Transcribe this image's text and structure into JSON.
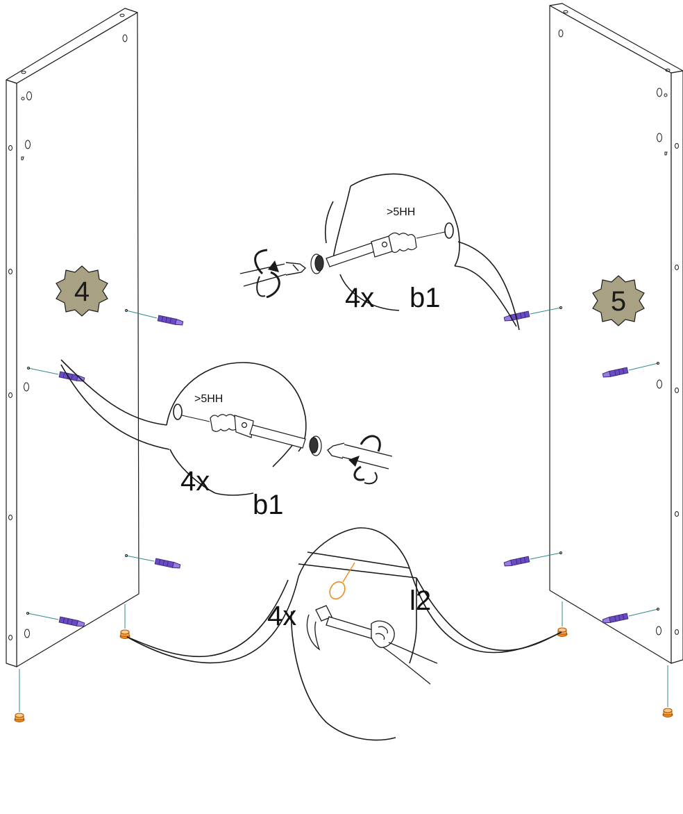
{
  "colors": {
    "line": "#1a1a1a",
    "badge_fill": "#a8a184",
    "dowel_purple": "#6b4bc2",
    "dowel_dark": "#3a2a82",
    "guide_teal": "#2e8a8a",
    "foot_orange": "#f08a1c",
    "panel_fill": "#ffffff"
  },
  "steps": {
    "left_panel_number": "4",
    "right_panel_number": "5"
  },
  "callout_top": {
    "spec": ">5HH",
    "quantity": "4x",
    "part": "b1"
  },
  "callout_middle": {
    "spec": ">5HH",
    "quantity": "4x",
    "part": "b1"
  },
  "callout_bottom": {
    "quantity": "4x",
    "part": "l2"
  },
  "icons": {
    "badge": "starburst-badge-icon",
    "screwdriver": "screwdriver-icon",
    "rotate": "rotate-arrow-icon",
    "hammer": "hammer-icon",
    "dowel": "dowel-icon",
    "foot": "glide-foot-icon"
  }
}
